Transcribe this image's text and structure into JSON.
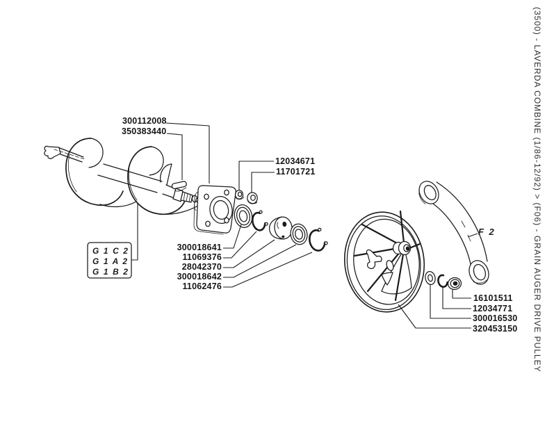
{
  "page": {
    "background": "#ffffff",
    "ink": "#1b1b1b"
  },
  "breadcrumb": {
    "text": "(3500) - LAVERDA COMBINE (1/86-12/92) > (F06) - GRAIN AUGER DRIVE PULLEY"
  },
  "callouts": {
    "flange_housing": "300112008",
    "shaft_key": "350383440",
    "nut_small": "12034671",
    "nut_large": "11701721",
    "bearing_inner": "300018641",
    "circlip_inner": "11069376",
    "spacer_hub": "28042370",
    "bearing_outer": "300018642",
    "circlip_outer": "11062476",
    "pulley_nut": "16101511",
    "lock_washer": "12034771",
    "washer": "300016530",
    "pulley": "320453150"
  },
  "references": {
    "box_rows": [
      "G 1 C 2",
      "G 1 A 2",
      "G 1 B 2"
    ],
    "belt": "F 2"
  }
}
